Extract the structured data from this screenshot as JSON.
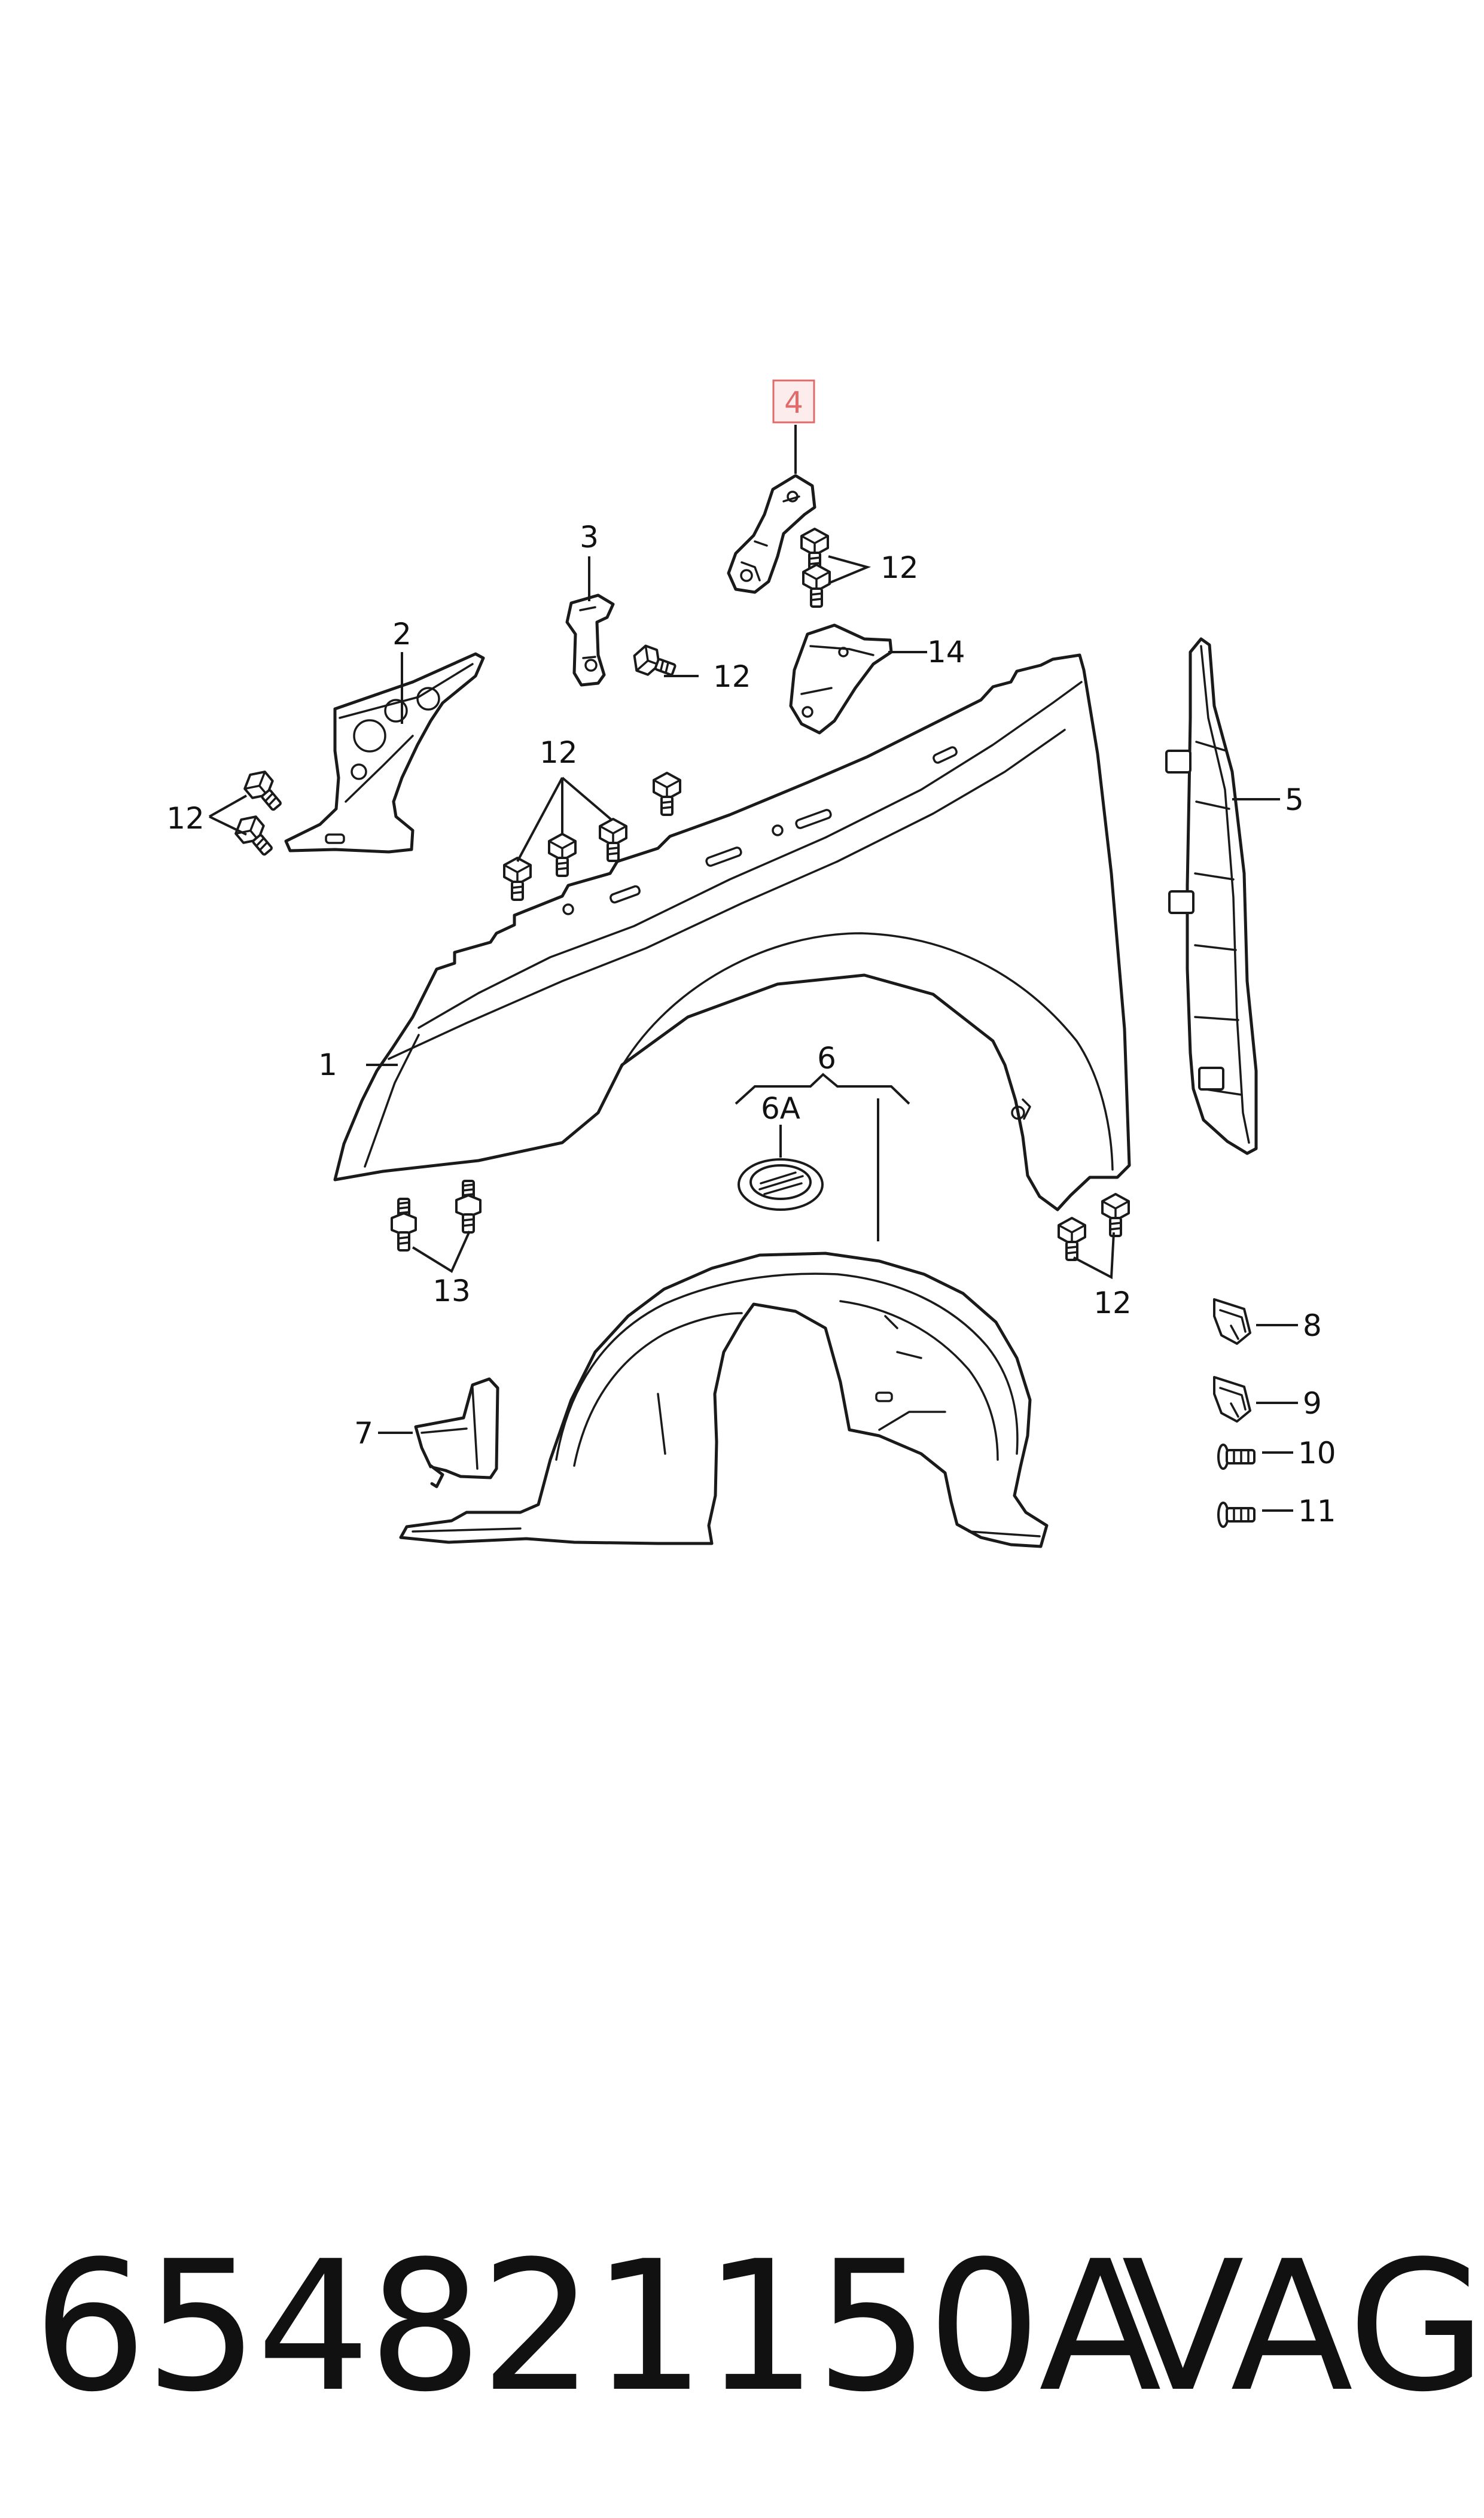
{
  "labels": {
    "l1": "1",
    "l2": "2",
    "l3": "3",
    "l4": "4",
    "l5": "5",
    "l6": "6",
    "l6a": "6A",
    "l7": "7",
    "l8": "8",
    "l9": "9",
    "l10": "10",
    "l11": "11",
    "l12a": "12",
    "l12b": "12",
    "l12c": "12",
    "l12d": "12",
    "l12e": "12",
    "l13": "13",
    "l14": "14"
  },
  "highlighted_label": "4",
  "highlight_color": "#e06a6a",
  "footer": {
    "part_number": "654821150A",
    "brand": "VAG"
  }
}
